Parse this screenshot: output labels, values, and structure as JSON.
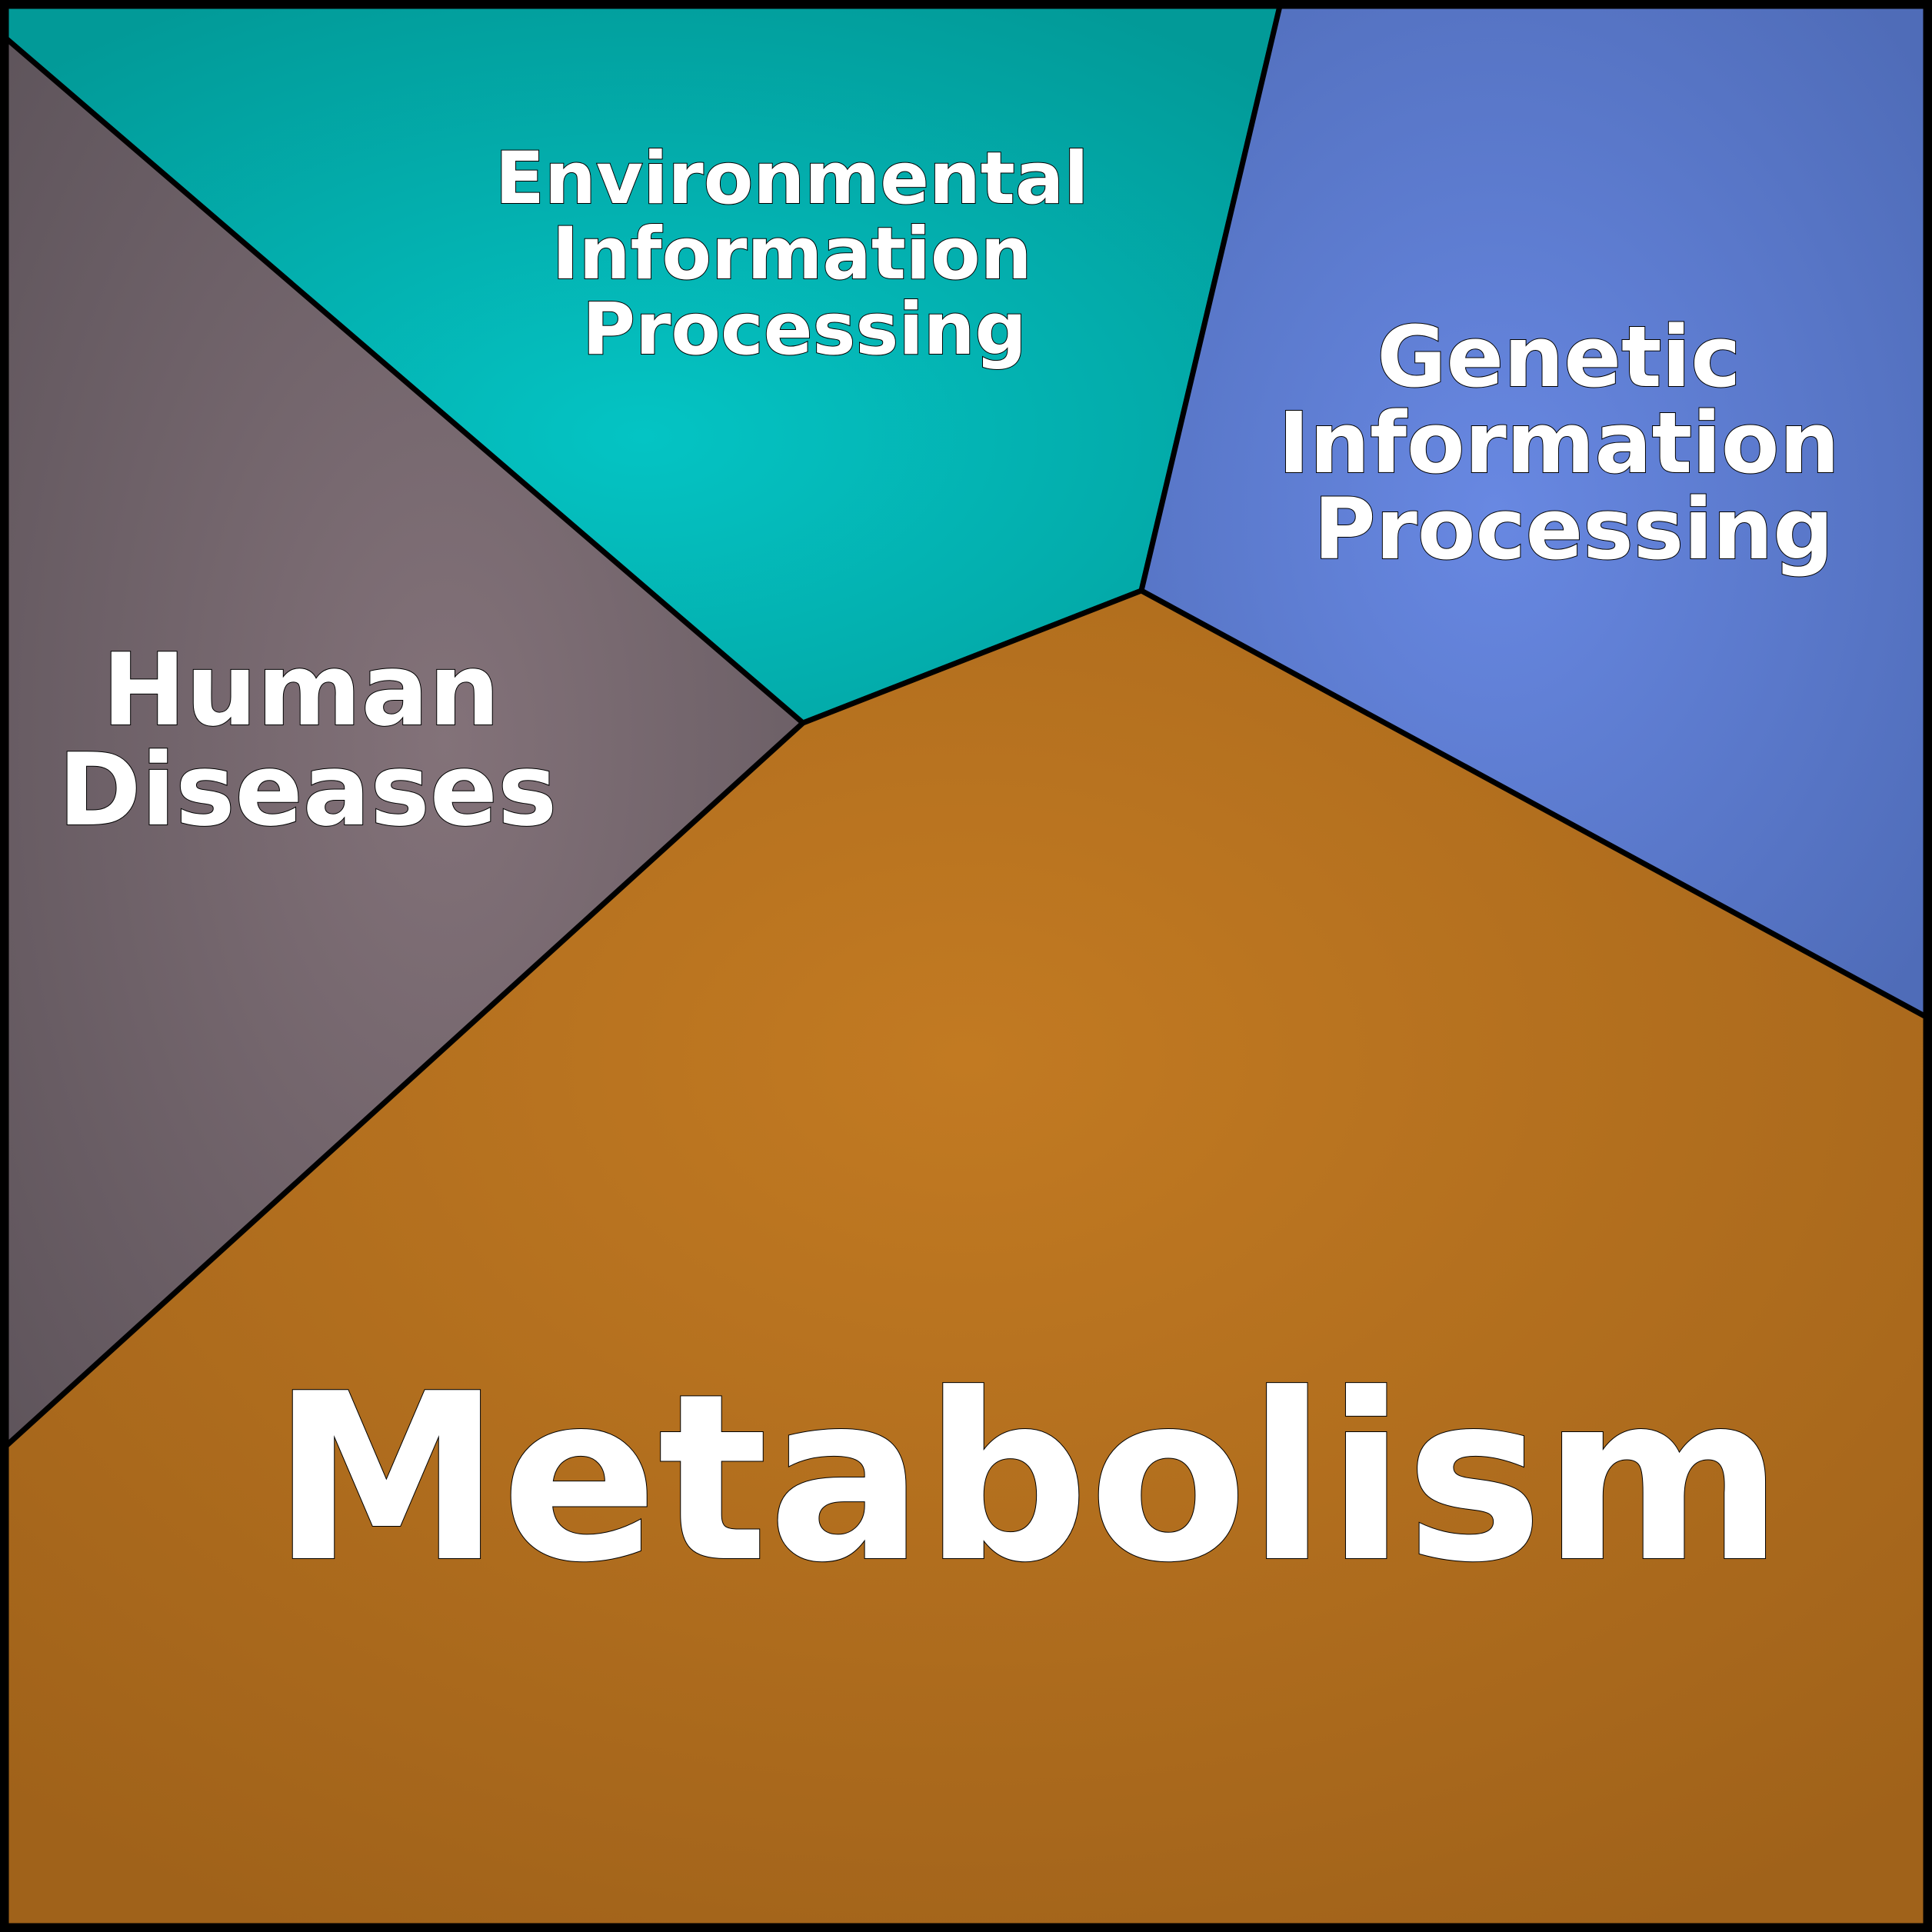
{
  "diagram": {
    "regions": {
      "environmental": {
        "lines": [
          "Environmental",
          "Information",
          "Processing"
        ],
        "color": "#02b5b5"
      },
      "genetic": {
        "lines": [
          "Genetic",
          "Information",
          "Processing"
        ],
        "color": "#5b7ed8"
      },
      "human": {
        "lines": [
          "Human",
          "Diseases"
        ],
        "color": "#766a70"
      },
      "metabolism": {
        "lines": [
          "Metabolism"
        ],
        "color": "#b87020"
      }
    }
  }
}
